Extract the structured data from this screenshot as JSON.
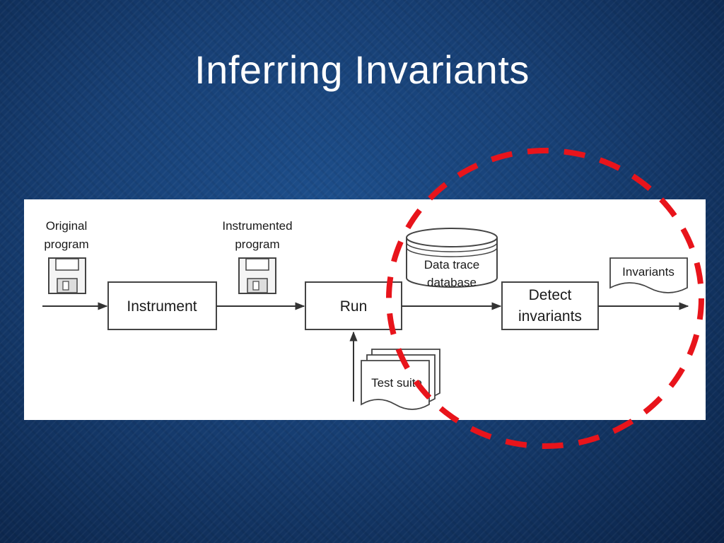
{
  "slide": {
    "title": "Inferring Invariants"
  },
  "diagram": {
    "labels": {
      "original_line1": "Original",
      "original_line2": "program",
      "instrumented_line1": "Instrumented",
      "instrumented_line2": "program",
      "instrument": "Instrument",
      "run": "Run",
      "data_trace_line1": "Data trace",
      "data_trace_line2": "database",
      "detect_line1": "Detect",
      "detect_line2": "invariants",
      "invariants": "Invariants",
      "test_suite": "Test suite"
    },
    "icons": [
      "floppy-disk-icon",
      "floppy-disk-icon",
      "database-cylinder-icon",
      "document-icon",
      "document-stack-icon"
    ],
    "highlight_color": "#e8141b"
  }
}
